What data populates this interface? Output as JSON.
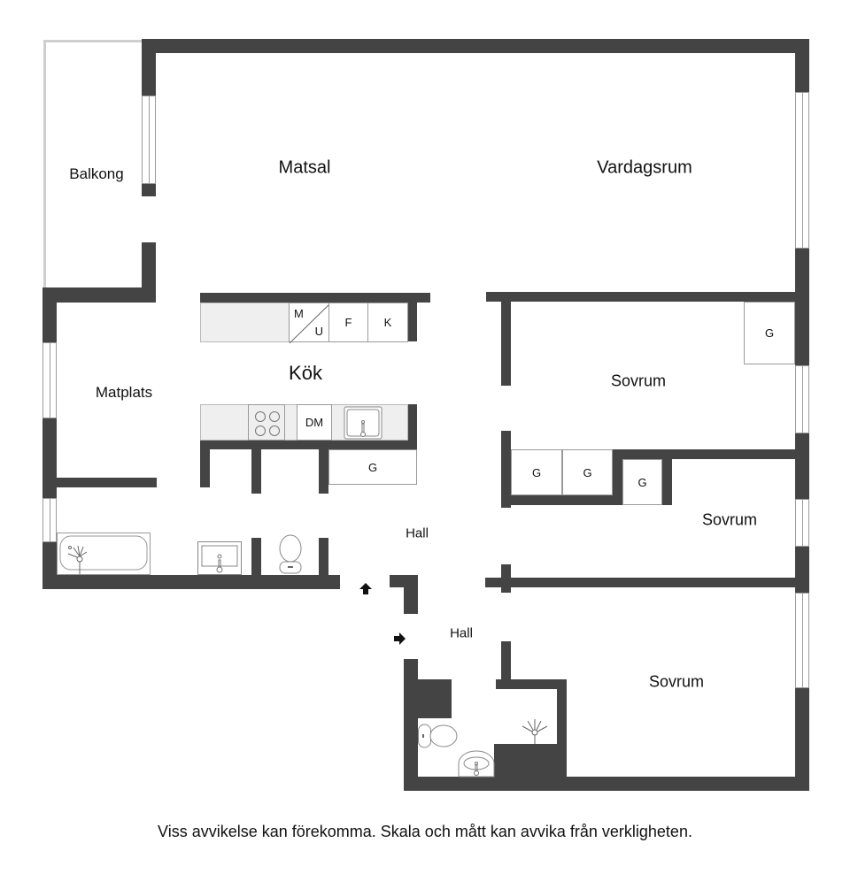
{
  "rooms": {
    "balkong": "Balkong",
    "matsal": "Matsal",
    "vardagsrum": "Vardagsrum",
    "matplats": "Matplats",
    "kok": "Kök",
    "sovrum_1": "Sovrum",
    "sovrum_2": "Sovrum",
    "sovrum_3": "Sovrum",
    "hall_1": "Hall",
    "hall_2": "Hall"
  },
  "fixtures": {
    "microwave_top": "M",
    "microwave_bottom": "U",
    "fridge": "F",
    "freezer": "K",
    "dishwasher": "DM",
    "wardrobes": [
      "G",
      "G",
      "G",
      "G",
      "G"
    ]
  },
  "footer": {
    "disclaimer": "Viss avvikelse kan förekomma. Skala och mått kan avvika från verkligheten."
  },
  "colors": {
    "wall": "#444444",
    "counter": "#efefef",
    "window_line": "#9a9a9a",
    "balcony_edge": "#cfcfcf"
  }
}
